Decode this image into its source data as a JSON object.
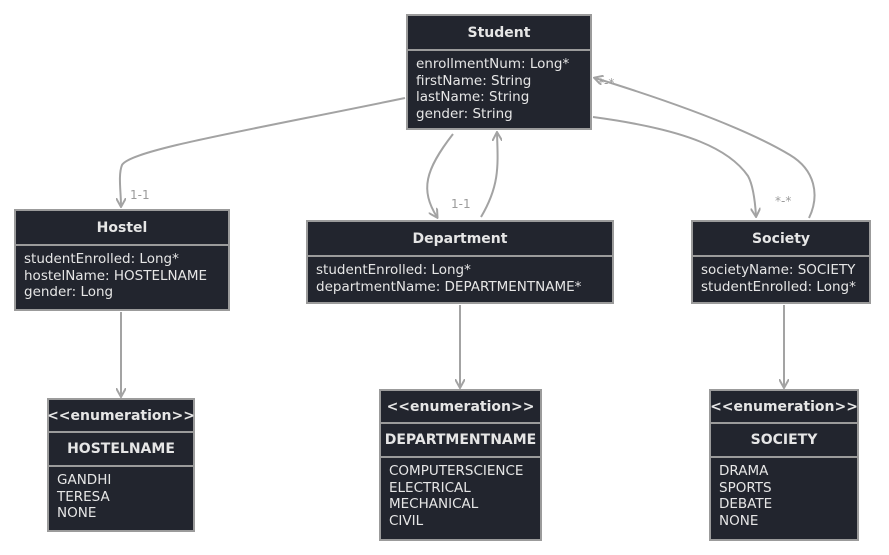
{
  "classes": {
    "student": {
      "name": "Student",
      "attributes": [
        "enrollmentNum: Long*",
        "firstName: String",
        "lastName: String",
        "gender: String"
      ]
    },
    "hostel": {
      "name": "Hostel",
      "attributes": [
        "studentEnrolled: Long*",
        "hostelName: HOSTELNAME",
        "gender: Long"
      ]
    },
    "department": {
      "name": "Department",
      "attributes": [
        "studentEnrolled: Long*",
        "departmentName: DEPARTMENTNAME*"
      ]
    },
    "society": {
      "name": "Society",
      "attributes": [
        "societyName: SOCIETY",
        "studentEnrolled: Long*"
      ]
    }
  },
  "enums": {
    "hostelname": {
      "stereotype": "<<enumeration>>",
      "name": "HOSTELNAME",
      "values": [
        "GANDHI",
        "TERESA",
        "NONE"
      ]
    },
    "departmentname": {
      "stereotype": "<<enumeration>>",
      "name": "DEPARTMENTNAME",
      "values": [
        "COMPUTERSCIENCE",
        "ELECTRICAL",
        "MECHANICAL",
        "CIVIL"
      ]
    },
    "society": {
      "stereotype": "<<enumeration>>",
      "name": "SOCIETY",
      "values": [
        "DRAMA",
        "SPORTS",
        "DEBATE",
        "NONE"
      ]
    }
  },
  "labels": {
    "student_hostel": "1-1",
    "student_department": "1-1",
    "society_student": "*-*",
    "student_society": "*-*"
  },
  "colors": {
    "box_fill": "#22252e",
    "box_border": "#9b9b9b",
    "text": "#e6e6e6",
    "edge": "#a3a3a3"
  }
}
